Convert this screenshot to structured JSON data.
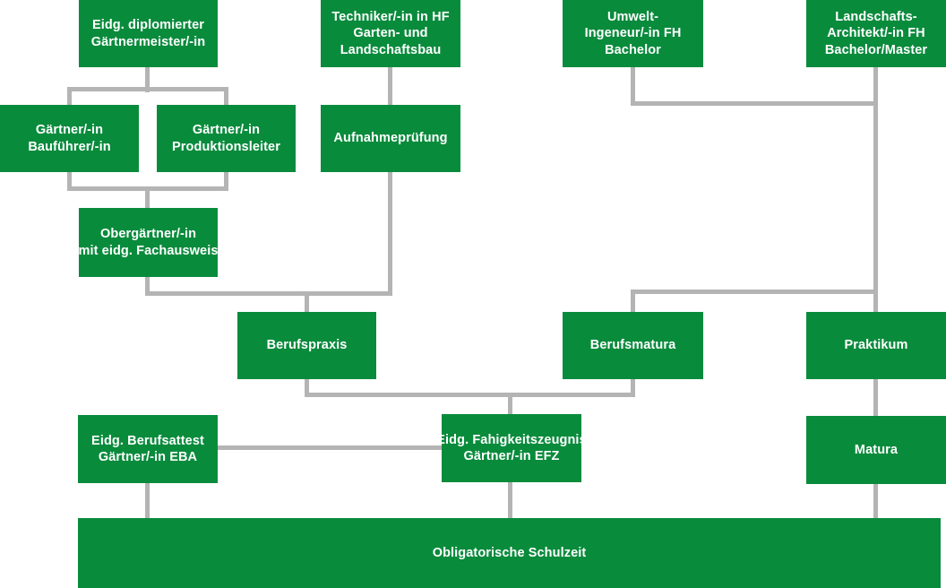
{
  "diagram": {
    "type": "education-pathway-flowchart",
    "language": "de",
    "colors": {
      "node_green": "#098b3c",
      "connector_gray": "#b4b4b4",
      "node_text": "#ffffff",
      "background": "#ffffff"
    },
    "nodes": {
      "meister": {
        "label": "Eidg. diplomierter\nGärtnermeister/-in"
      },
      "techniker": {
        "label": "Techniker/-in in HF\nGarten- und\nLandschaftsbau"
      },
      "umwelt": {
        "label": "Umwelt-\nIngeneur/-in FH\nBachelor"
      },
      "landschaft": {
        "label": "Landschafts-\nArchitekt/-in FH\nBachelor/Master"
      },
      "baufuehrer": {
        "label": "Gärtner/-in\nBauführer/-in"
      },
      "produktionsleiter": {
        "label": "Gärtner/-in\nProduktionsleiter"
      },
      "aufnahmepruefung": {
        "label": "Aufnahmeprüfung"
      },
      "obergaertner": {
        "label": "Obergärtner/-in\nmit eidg. Fachausweis"
      },
      "berufspraxis": {
        "label": "Berufspraxis"
      },
      "berufsmatura": {
        "label": "Berufsmatura"
      },
      "praktikum": {
        "label": "Praktikum"
      },
      "eba": {
        "label": "Eidg. Berufsattest\nGärtner/-in EBA"
      },
      "efz": {
        "label": "Eidg. Fahigkeitszeugnis\nGärtner/-in EFZ"
      },
      "matura": {
        "label": "Matura"
      },
      "schulzeit": {
        "label": "Obligatorische Schulzeit"
      }
    },
    "connections": [
      {
        "from": [
          "meister"
        ],
        "to": [
          "baufuehrer",
          "produktionsleiter"
        ]
      },
      {
        "from": [
          "baufuehrer",
          "produktionsleiter"
        ],
        "to": [
          "obergaertner"
        ]
      },
      {
        "from": [
          "techniker"
        ],
        "to": [
          "aufnahmepruefung"
        ]
      },
      {
        "from": [
          "obergaertner",
          "aufnahmepruefung"
        ],
        "to": [
          "berufspraxis"
        ]
      },
      {
        "from": [
          "umwelt",
          "landschaft"
        ],
        "to": [
          "berufsmatura",
          "praktikum"
        ]
      },
      {
        "from": [
          "berufspraxis",
          "berufsmatura"
        ],
        "to": [
          "efz"
        ]
      },
      {
        "from": [
          "eba"
        ],
        "to": [
          "efz"
        ]
      },
      {
        "from": [
          "praktikum"
        ],
        "to": [
          "matura"
        ]
      },
      {
        "from": [
          "eba"
        ],
        "to": [
          "schulzeit"
        ]
      },
      {
        "from": [
          "efz"
        ],
        "to": [
          "schulzeit"
        ]
      },
      {
        "from": [
          "matura"
        ],
        "to": [
          "schulzeit"
        ]
      }
    ]
  }
}
